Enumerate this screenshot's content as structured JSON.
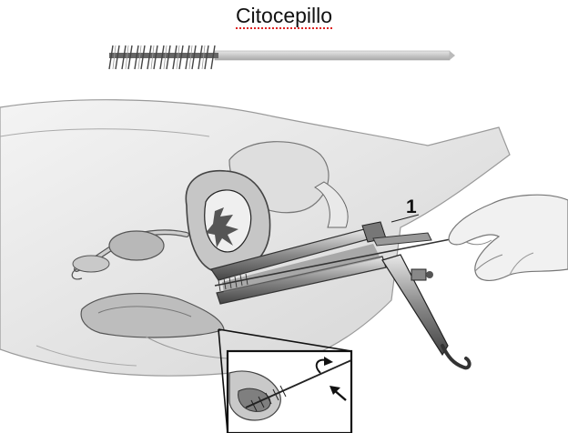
{
  "title": "Citocepillo",
  "callout_number": "1",
  "icons": {
    "brush": "cytobrush-illustration",
    "anatomy": "pelvic-cross-section-illustration",
    "speculum": "speculum-illustration",
    "hand": "hand-illustration",
    "inset": "magnified-inset-illustration"
  }
}
